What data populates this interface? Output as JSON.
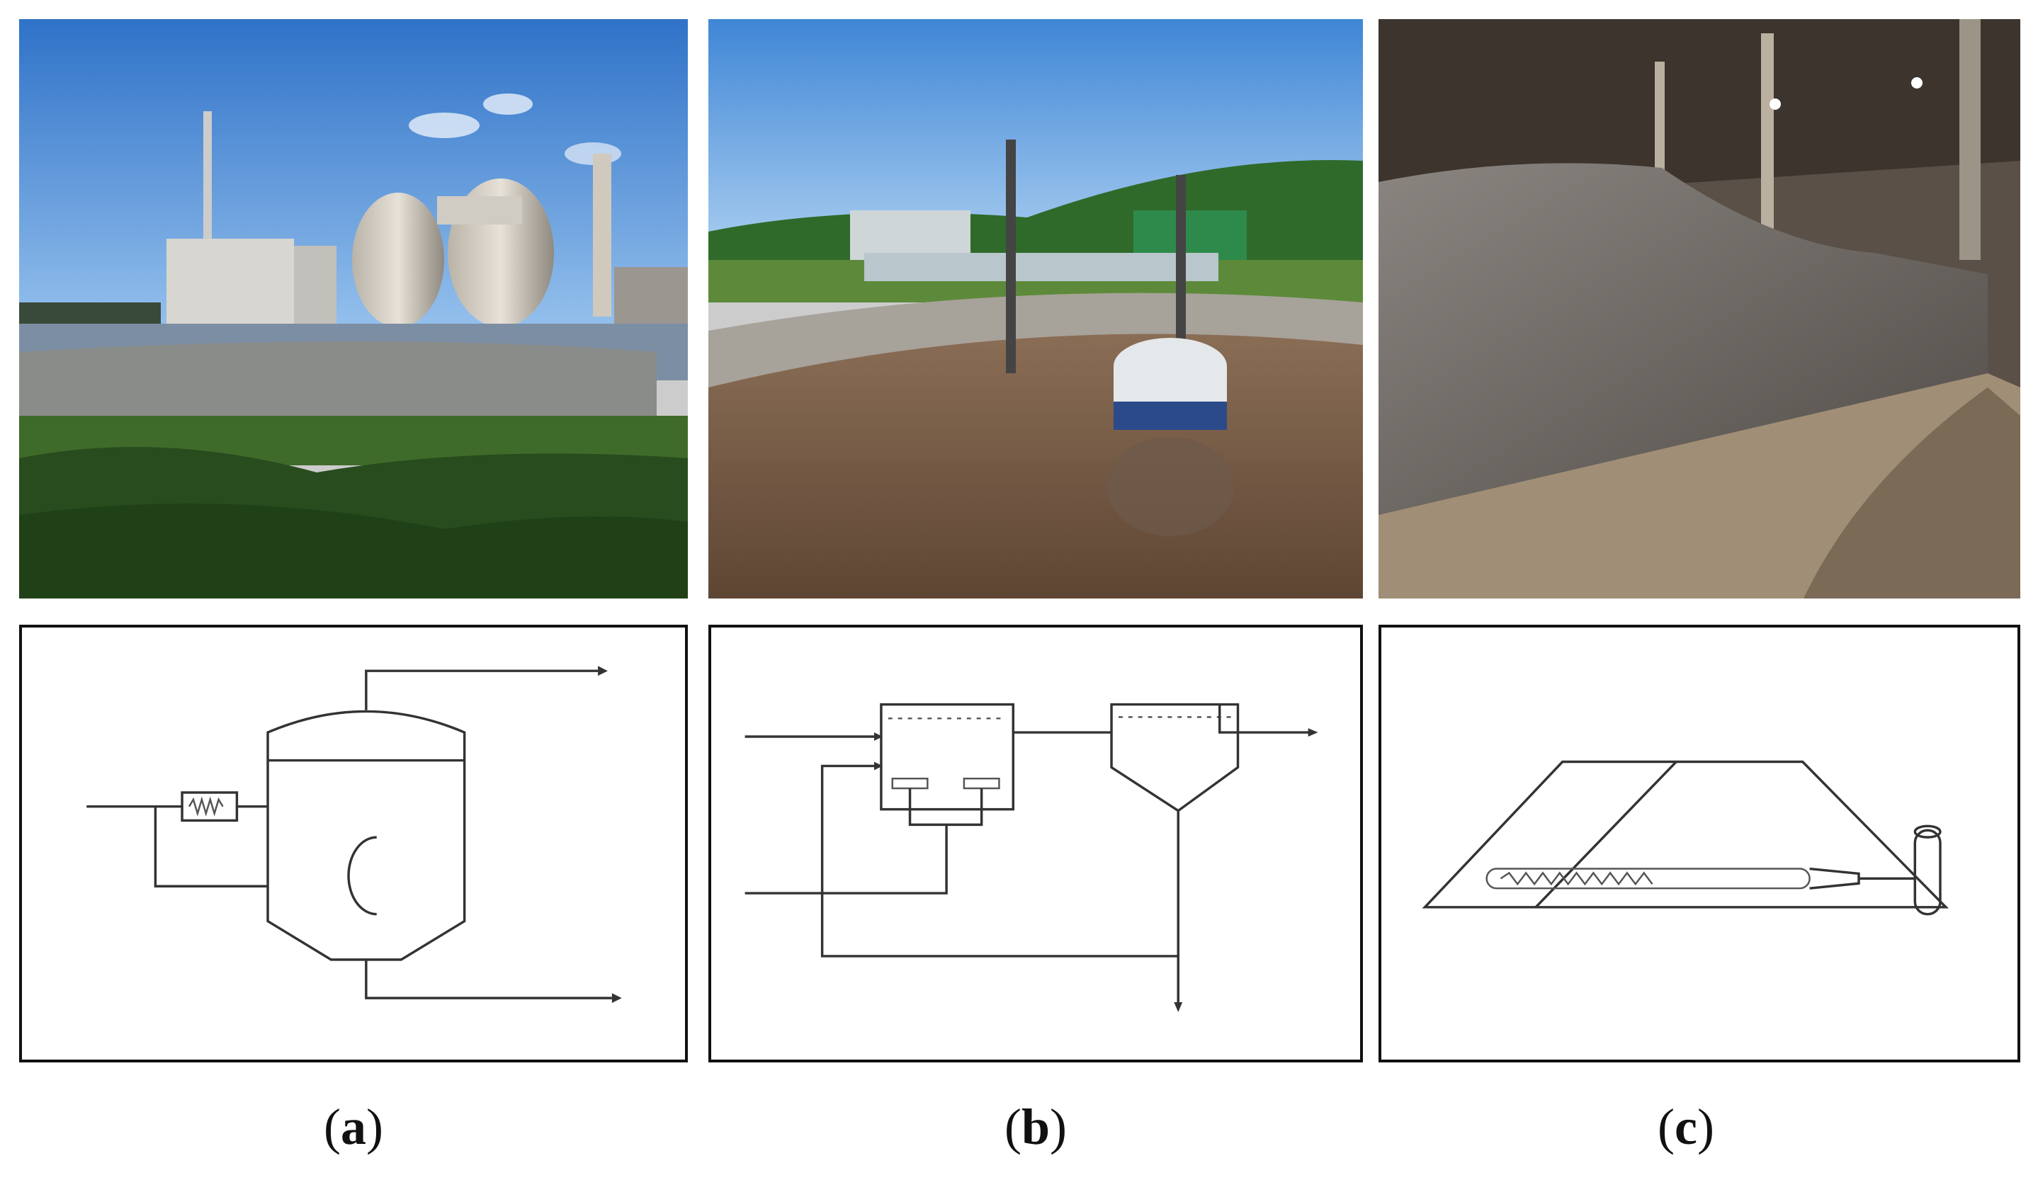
{
  "panels": [
    {
      "id": "a",
      "label_open": "(",
      "label_letter": "a",
      "label_close": ")",
      "photo_subject": "anaerobic-digester-plant",
      "schematic_subject": "anaerobic-digester-schematic"
    },
    {
      "id": "b",
      "label_open": "(",
      "label_letter": "b",
      "label_close": ")",
      "photo_subject": "aeration-tank-with-clarifier",
      "schematic_subject": "activated-sludge-schematic"
    },
    {
      "id": "c",
      "label_open": "(",
      "label_letter": "c",
      "label_close": ")",
      "photo_subject": "compost-pile-in-hall",
      "schematic_subject": "aerated-static-pile-schematic"
    }
  ],
  "colors": {
    "sky": "#4d8fd6",
    "grass": "#2e5e22",
    "sludge": "#7a5c44",
    "compost": "#6b6560",
    "line": "#333333"
  }
}
